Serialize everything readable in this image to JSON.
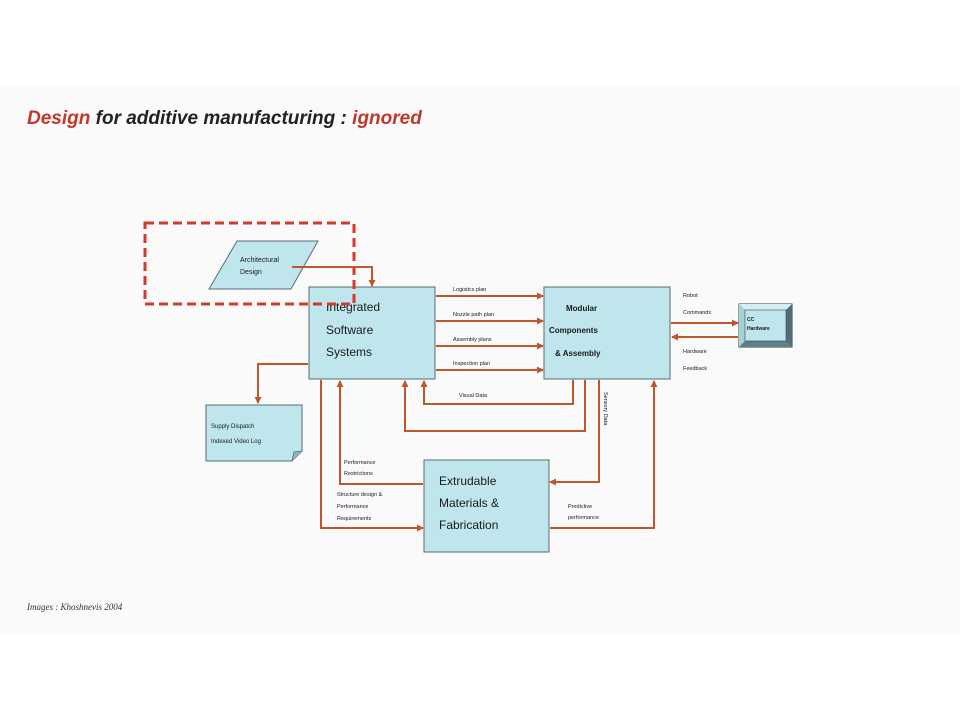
{
  "title": {
    "part1": "Design",
    "part2": " for additive manufacturing : ",
    "part3": "ignored"
  },
  "credit": "Images : Khoshnevis 2004",
  "colors": {
    "box_fill": "#bfe6ec",
    "box_stroke": "#5a6b73",
    "arrow": "#c0562c",
    "highlight": "#d43a2a"
  },
  "nodes": {
    "architectural_design": [
      "Architectural",
      "Design"
    ],
    "integrated_software": [
      "Integrated",
      "Software",
      "Systems"
    ],
    "modular_components": [
      "Modular",
      "Components",
      "& Assembly"
    ],
    "supply_dispatch": [
      "Supply Dispatch",
      "Indexed Video Log"
    ],
    "cc_hardware": [
      "CC",
      "Hardware"
    ],
    "extrudable_materials": [
      "Extrudable",
      "Materials &",
      "Fabrication"
    ]
  },
  "edges": {
    "logistics": "Logistics plan",
    "nozzle": "Nozzle path plan",
    "assembly": "Assembly plans",
    "inspection": "Inspection plan",
    "visual": "Visual Data",
    "robot": "Robot",
    "commands": "Commands",
    "hardware": "Hardware",
    "feedback": "Feedback",
    "sensory": "Sensory Data",
    "perf_restr_1": "Performance",
    "perf_restr_2": "Restrictions",
    "struct_1": "Structure design &",
    "struct_2": "Performance",
    "struct_3": "Requirements",
    "pred_1": "Predictive",
    "pred_2": "performance"
  }
}
